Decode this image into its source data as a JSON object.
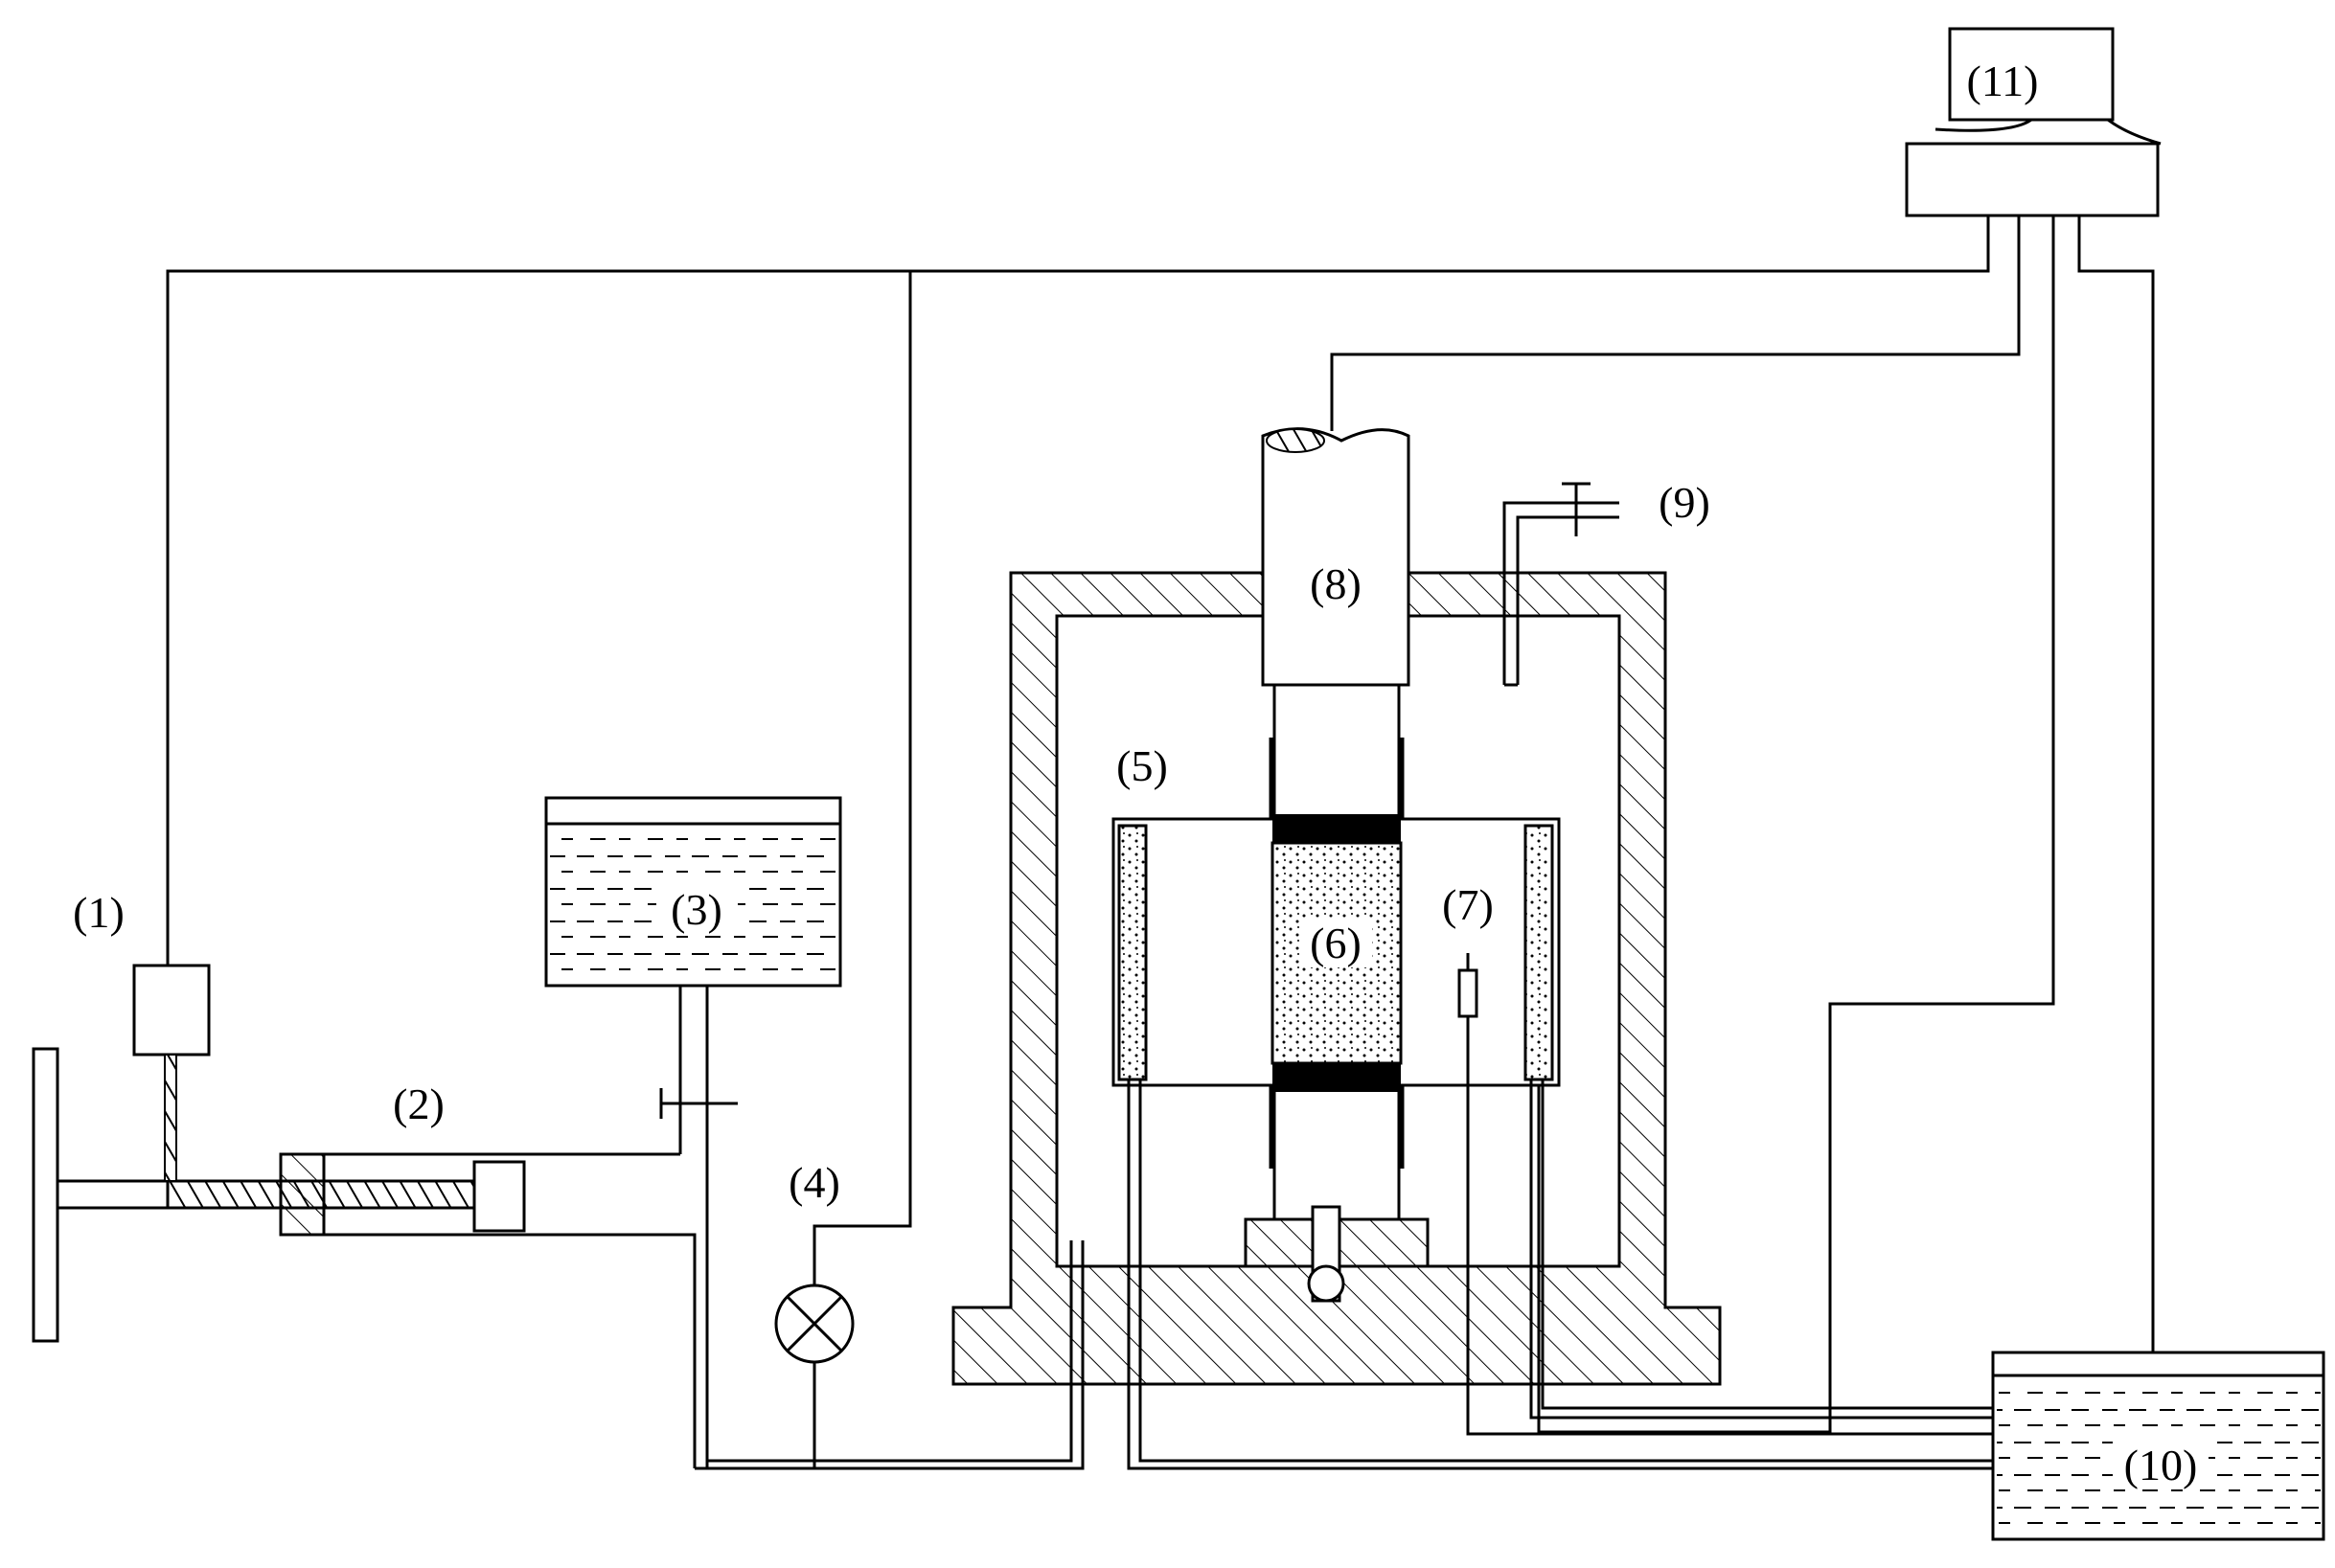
{
  "labels": {
    "l1": "(1)",
    "l2": "(2)",
    "l3": "(3)",
    "l4": "(4)",
    "l5": "(5)",
    "l6": "(6)",
    "l7": "(7)",
    "l8": "(8)",
    "l9": "(9)",
    "l10": "(10)",
    "l11": "(11)"
  },
  "colors": {
    "line": "#000000",
    "background": "#ffffff"
  }
}
